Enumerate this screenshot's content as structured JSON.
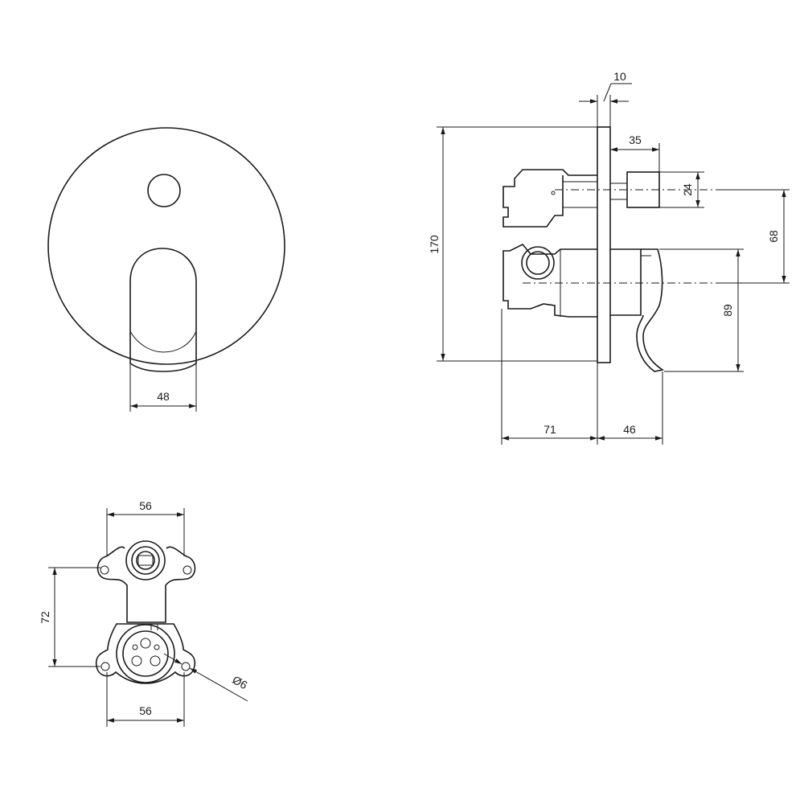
{
  "drawing": {
    "colors": {
      "line": "#1a1a1a",
      "background": "#ffffff"
    },
    "front_view": {
      "handle_width": "48"
    },
    "side_view": {
      "plate_thickness": "10",
      "spout_projection": "35",
      "spout_height": "24",
      "spout_to_lever_axis": "68",
      "lever_axis_to_tip": "89",
      "overall_height": "170",
      "body_depth": "71",
      "lever_projection": "46"
    },
    "body_view": {
      "top_width": "56",
      "bottom_width": "56",
      "center_distance": "72",
      "hole_diameter": "Ø6"
    }
  }
}
